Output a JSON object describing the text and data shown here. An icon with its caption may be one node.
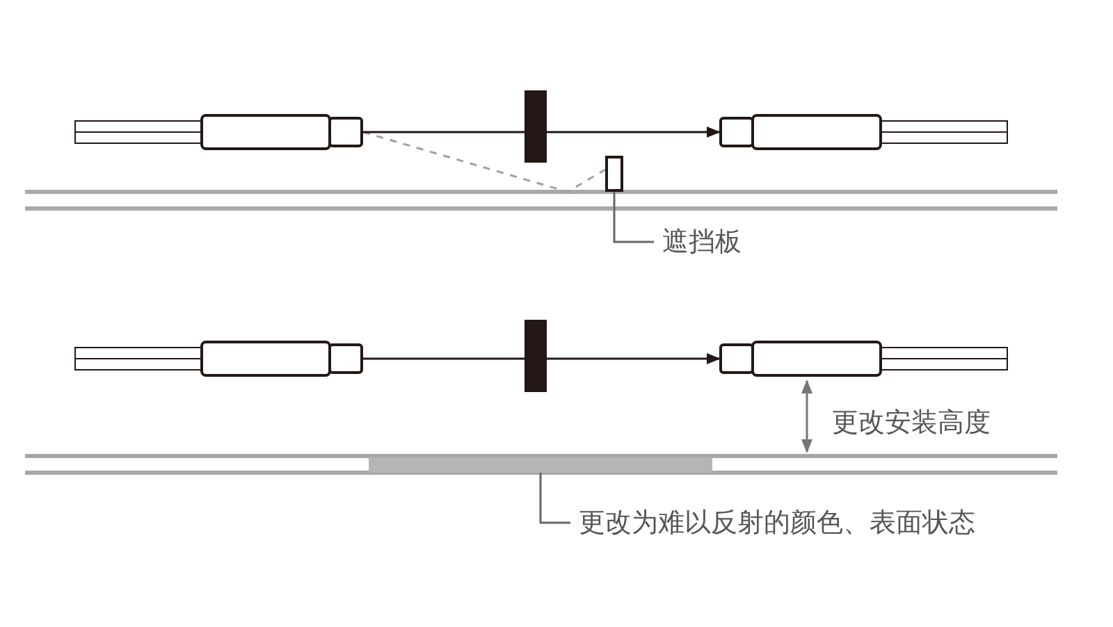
{
  "diagram": {
    "nodes": [
      {
        "text": [],
        "shape": "cylinder"
      },
      {
        "text": [],
        "shape": "cylinder"
      },
      {
        "text": [],
        "shape": "box"
      },
      {
        "text": [
          "遮挡板"
        ]
      },
      {
        "text": [],
        "shape": "cylinder"
      },
      {
        "text": [],
        "shape": "cylinder"
      },
      {
        "text": [],
        "shape": "bar"
      },
      {
        "text": [
          "更改为难以反射的颜色、表面状态"
        ]
      }
    ],
    "edges": [
      {
        "from": 0,
        "to": 1,
        "arrow": "to"
      },
      {
        "from": 0,
        "to": 2,
        "arrow": "none",
        "style": "dashed",
        "color": "#a0a0a0"
      },
      {
        "from": 3,
        "to": 2,
        "arrow": "none",
        "color": "#666666"
      },
      {
        "from": 4,
        "to": 5,
        "arrow": "to"
      },
      {
        "from": 7,
        "to": 6,
        "arrow": "none",
        "color": "#666666"
      }
    ],
    "labels": [
      "更改安装高度"
    ]
  }
}
